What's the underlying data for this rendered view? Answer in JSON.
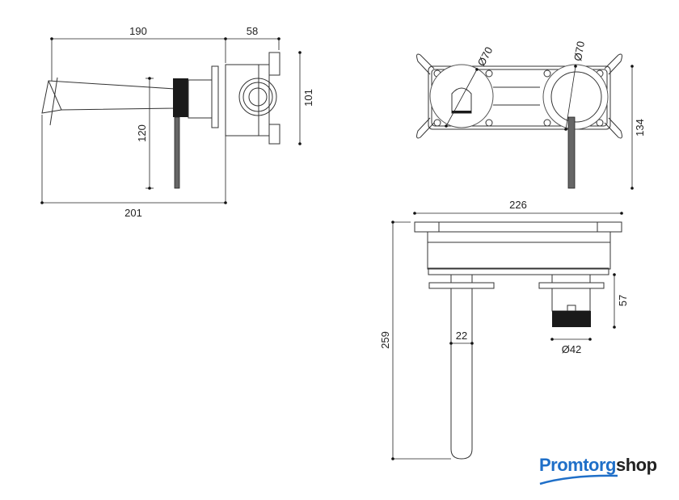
{
  "drawing": {
    "side_view": {
      "dims": {
        "spout_length": "190",
        "box_depth": "58",
        "total_length": "201",
        "handle_length": "120",
        "box_height": "101"
      }
    },
    "front_view": {
      "dims": {
        "left_diameter": "Ø70",
        "right_diameter": "Ø70",
        "height": "134"
      }
    },
    "top_view": {
      "dims": {
        "width": "226",
        "projection": "259",
        "spout_diameter": "22",
        "handle_projection": "57",
        "knob_diameter": "Ø42"
      }
    }
  },
  "logo": {
    "part1": "Promtorg",
    "part2": "shop",
    "color": "#1f6fc8"
  }
}
